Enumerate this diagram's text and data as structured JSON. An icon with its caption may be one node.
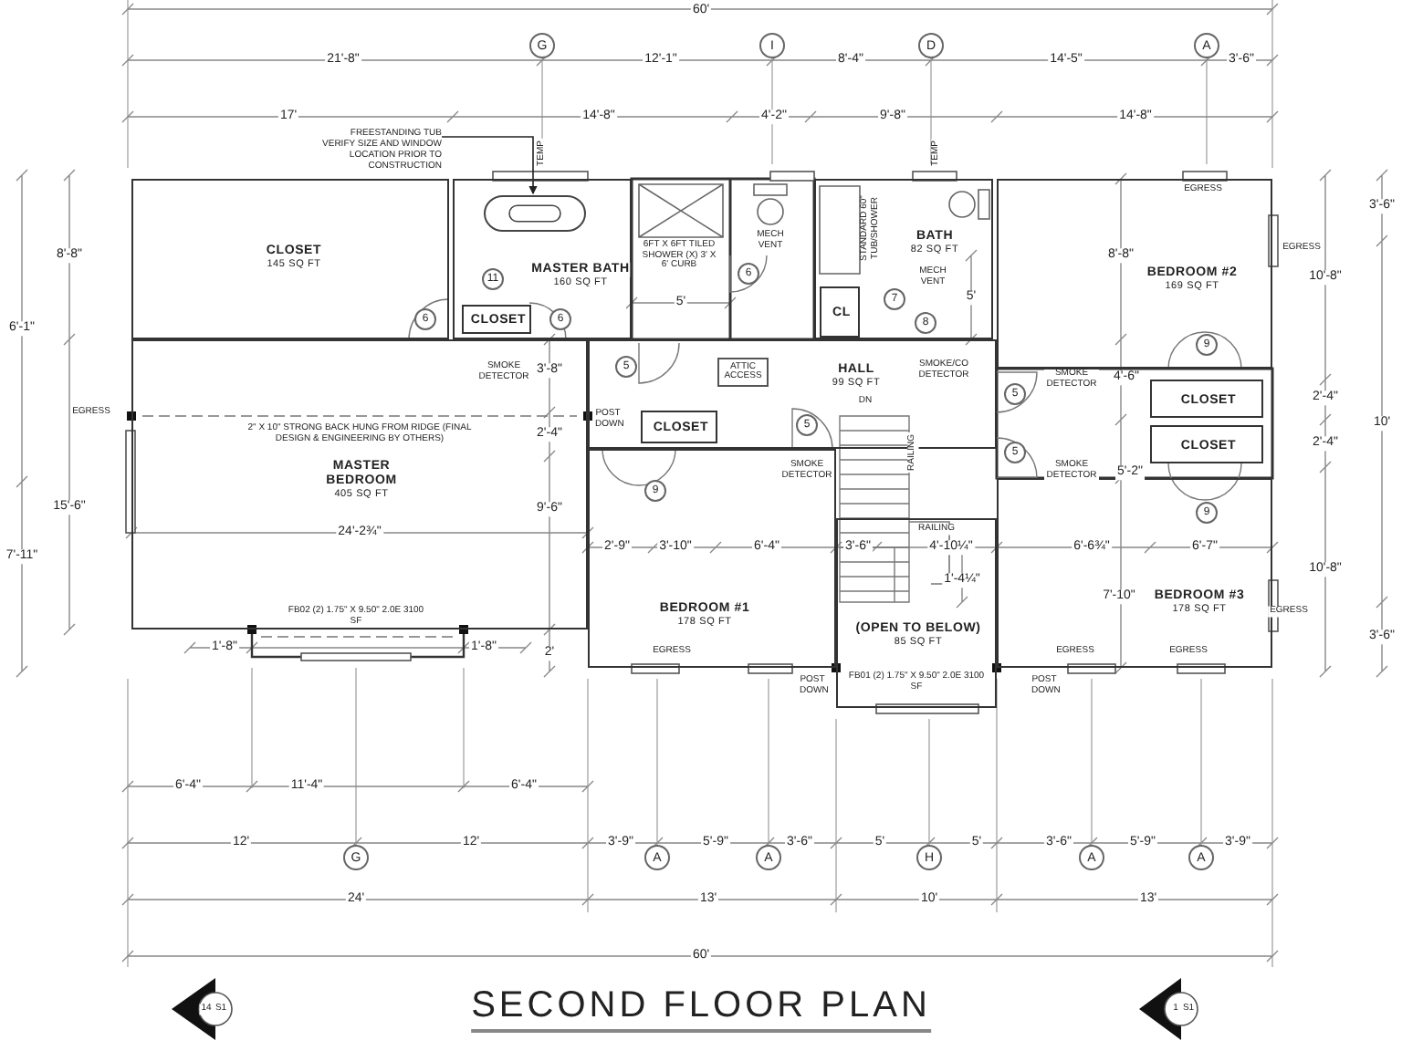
{
  "diagram": {
    "title": "SECOND FLOOR PLAN",
    "nodes": [
      {
        "text": [
          "G"
        ]
      },
      {
        "text": [
          "I"
        ]
      },
      {
        "text": [
          "D"
        ]
      },
      {
        "text": [
          "A"
        ]
      },
      {
        "text": [
          "FREESTANDING TUB VERIFY SIZE AND WINDOW LOCATION PRIOR TO CONSTRUCTION"
        ]
      },
      {
        "text": [
          "CLOSET",
          "145 SQ FT"
        ]
      },
      {
        "text": [
          "MASTER BATH",
          "160 SQ FT"
        ]
      },
      {
        "text": [],
        "shape": "picture",
        "in": 6
      },
      {
        "text": [
          "11"
        ],
        "in": 6
      },
      {
        "text": [
          "CLOSET"
        ],
        "in": 6
      },
      {
        "text": [
          "6"
        ],
        "in": 5
      },
      {
        "text": [
          "6"
        ],
        "in": 6
      },
      {
        "text": [
          "6"
        ]
      },
      {
        "text": [
          "BATH",
          "82 SQ FT"
        ]
      },
      {
        "text": [
          "CL"
        ],
        "in": 13
      },
      {
        "text": [
          "7"
        ],
        "in": 13
      },
      {
        "text": [
          "8"
        ],
        "in": 13
      },
      {
        "text": [
          "BEDROOM #2",
          "169 SQ FT"
        ]
      },
      {
        "text": [
          "9"
        ],
        "in": 17
      },
      {
        "text": [
          "MASTER BEDROOM",
          "405 SQ FT"
        ]
      },
      {
        "text": [
          "HALL",
          "99 SQ FT"
        ]
      },
      {
        "text": [
          "ATTIC ACCESS"
        ],
        "in": 20
      },
      {
        "text": [
          "5"
        ],
        "in": 20
      },
      {
        "text": [
          "CLOSET"
        ],
        "in": 20
      },
      {
        "text": [
          "5"
        ],
        "in": 20
      },
      {
        "text": [
          "5"
        ]
      },
      {
        "text": [
          "CLOSET"
        ]
      },
      {
        "text": [
          "CLOSET"
        ]
      },
      {
        "text": [
          "5"
        ]
      },
      {
        "text": [
          "9"
        ],
        "in": 30
      },
      {
        "text": [
          "BEDROOM #1",
          "178 SQ FT"
        ]
      },
      {
        "text": [
          "9"
        ],
        "in": 33
      },
      {
        "text": [
          "(OPEN TO BELOW)",
          "85 SQ FT"
        ]
      },
      {
        "text": [
          "BEDROOM #3",
          "178 SQ FT"
        ]
      },
      {
        "text": [
          "G"
        ]
      },
      {
        "text": [
          "A"
        ]
      },
      {
        "text": [
          "A"
        ]
      },
      {
        "text": [
          "H"
        ]
      },
      {
        "text": [
          "A"
        ]
      },
      {
        "text": [
          "A"
        ]
      }
    ],
    "edges": [
      {
        "from": 4,
        "to": 7,
        "arrow": "to"
      }
    ],
    "labels": [
      "60'",
      "21'-8\"",
      "12'-1\"",
      "8'-4\"",
      "14'-5\"",
      "3'-6\"",
      "17'",
      "14'-8\"",
      "4'-2\"",
      "9'-8\"",
      "14'-8\"",
      "TEMP",
      "TEMP",
      "6FT X 6FT TILED SHOWER (X) 3' X 6' CURB",
      "MECH VENT",
      "STANDARD 60\" TUB/SHOWER",
      "MECH VENT",
      "EGRESS",
      "8'-8\"",
      "3'-6\"",
      "EGRESS",
      "8'-8\"",
      "10'-8\"",
      "5'",
      "5'",
      "6'-1\"",
      "SMOKE DETECTOR",
      "3'-8\"",
      "SMOKE/CO DETECTOR",
      "SMOKE DETECTOR",
      "4'-6\"",
      "2'-4\"",
      "DN",
      "EGRESS",
      "POST DOWN",
      "2\" X 10\" STRONG BACK HUNG FROM RIDGE (FINAL DESIGN & ENGINEERING BY OTHERS)",
      "2'-4\"",
      "10'",
      "2'-4\"",
      "RAILING",
      "SMOKE DETECTOR",
      "SMOKE DETECTOR",
      "5'-2\"",
      "15'-6\"",
      "9'-6\"",
      "RAILING",
      "24'-2¾\"",
      "2'-9\"",
      "3'-10\"",
      "6'-4\"",
      "3'-6\"",
      "4'-10¼\"",
      "6'-6¾\"",
      "6'-7\"",
      "7'-11\"",
      "10'-8\"",
      "EGRESS",
      "1'-4¼\"",
      "7'-10\"",
      "FB02 (2) 1.75\" X 9.50\" 2.0E 3100 SF",
      "3'-6\"",
      "1'-8\"",
      "1'-8\"",
      "EGRESS",
      "2'",
      "EGRESS",
      "EGRESS",
      "POST DOWN",
      "FB01 (2) 1.75\" X 9.50\" 2.0E 3100 SF",
      "POST DOWN",
      "6'-4\"",
      "11'-4\"",
      "6'-4\"",
      "12'",
      "12'",
      "3'-9\"",
      "5'-9\"",
      "3'-6\"",
      "5'",
      "5'",
      "3'-6\"",
      "5'-9\"",
      "3'-9\"",
      "24'",
      "13'",
      "10'",
      "13'",
      "60'",
      "14",
      "S1",
      "1",
      "S1"
    ]
  }
}
